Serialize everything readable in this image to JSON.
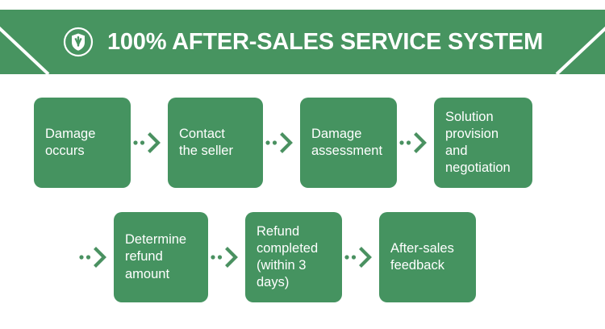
{
  "banner": {
    "title": "100% AFTER-SALES SERVICE SYSTEM",
    "icon": "shield-check-icon",
    "background_color": "#479460",
    "text_color": "#ffffff",
    "decoration": "white-diagonal-chevron-lines"
  },
  "theme": {
    "green": "#479460",
    "node_green": "#459360",
    "arrow_green": "#4a9161",
    "page_background": "#ffffff"
  },
  "flow": {
    "arrow_icon": "dotted-chevron-arrow-icon",
    "rows": [
      {
        "id": "row-1",
        "leading_arrow": false,
        "nodes": [
          {
            "id": "damage-occurs",
            "label": "Damage\noccurs"
          },
          {
            "id": "contact-seller",
            "label": "Contact\nthe seller"
          },
          {
            "id": "damage-assessment",
            "label": "Damage\nassessment"
          },
          {
            "id": "solution-provision",
            "label": "Solution\nprovision\nand\nnegotiation"
          }
        ]
      },
      {
        "id": "row-2",
        "leading_arrow": true,
        "nodes": [
          {
            "id": "determine-refund",
            "label": "Determine\nrefund\namount"
          },
          {
            "id": "refund-completed",
            "label": "Refund\ncompleted\n(within 3\ndays)"
          },
          {
            "id": "after-sales",
            "label": "After-sales\nfeedback"
          }
        ]
      }
    ]
  }
}
